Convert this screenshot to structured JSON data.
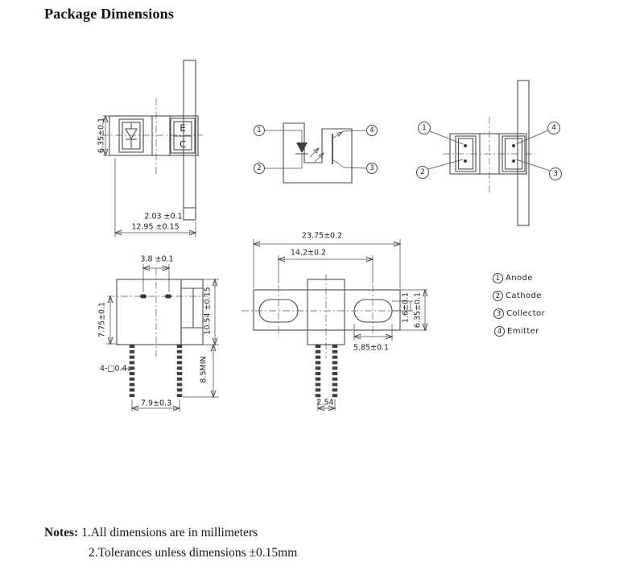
{
  "title": "Package Dimensions",
  "side_view": {
    "height_dim": "6.35±0.1",
    "emitter_mark": "E",
    "collector_mark": "C",
    "tab_thickness_dim": "2.03 ±0.1",
    "overall_width_dim": "12.95 ±0.15"
  },
  "schematic": {
    "pin1": "1",
    "pin2": "2",
    "pin3": "3",
    "pin4": "4"
  },
  "bottom_view": {
    "pin1": "1",
    "pin2": "2",
    "pin3": "3",
    "pin4": "4"
  },
  "front_view": {
    "slot_width_dim": "3.8 ±0.1",
    "center_height_dim": "7.75±0.1",
    "total_height_dim": "10.54 ±0.15",
    "lead_length_dim": "8.5MIN",
    "lead_size_dim": "4-□0.4",
    "lead_span_dim": "7.9±0.3"
  },
  "top_view": {
    "overall_width_dim": "23.75±0.2",
    "hole_pitch_dim": "14.2±0.2",
    "hole_width_dim": "5.85±0.1",
    "tab_thickness_dim": "1.6±0.1",
    "plate_height_dim": "6.35±0.1",
    "lead_pitch_dim": "2.54"
  },
  "legend": {
    "items": [
      {
        "pin": "1",
        "label": "Anode"
      },
      {
        "pin": "2",
        "label": "Cathode"
      },
      {
        "pin": "3",
        "label": "Collector"
      },
      {
        "pin": "4",
        "label": "Emitter"
      }
    ]
  },
  "notes": {
    "heading": "Notes:",
    "line1": "1.All dimensions are in millimeters",
    "line2": "2.Tolerances unless dimensions  ±0.15mm"
  }
}
